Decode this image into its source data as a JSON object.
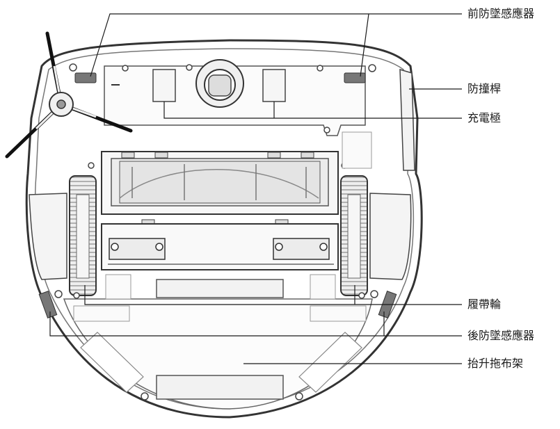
{
  "labels": {
    "front_bumper_sensor": "前防墜感應器",
    "bumper": "防撞桿",
    "charging_contacts": "充電極",
    "track_wheel": "履帶輪",
    "rear_bumper_sensor": "後防墜感應器",
    "mop_lift_bracket": "抬升拖布架"
  },
  "colors": {
    "line": "#1a1a1a",
    "outline": "#333333",
    "fill": "#ffffff",
    "shade": "#e9e9e9",
    "dark": "#555555"
  }
}
